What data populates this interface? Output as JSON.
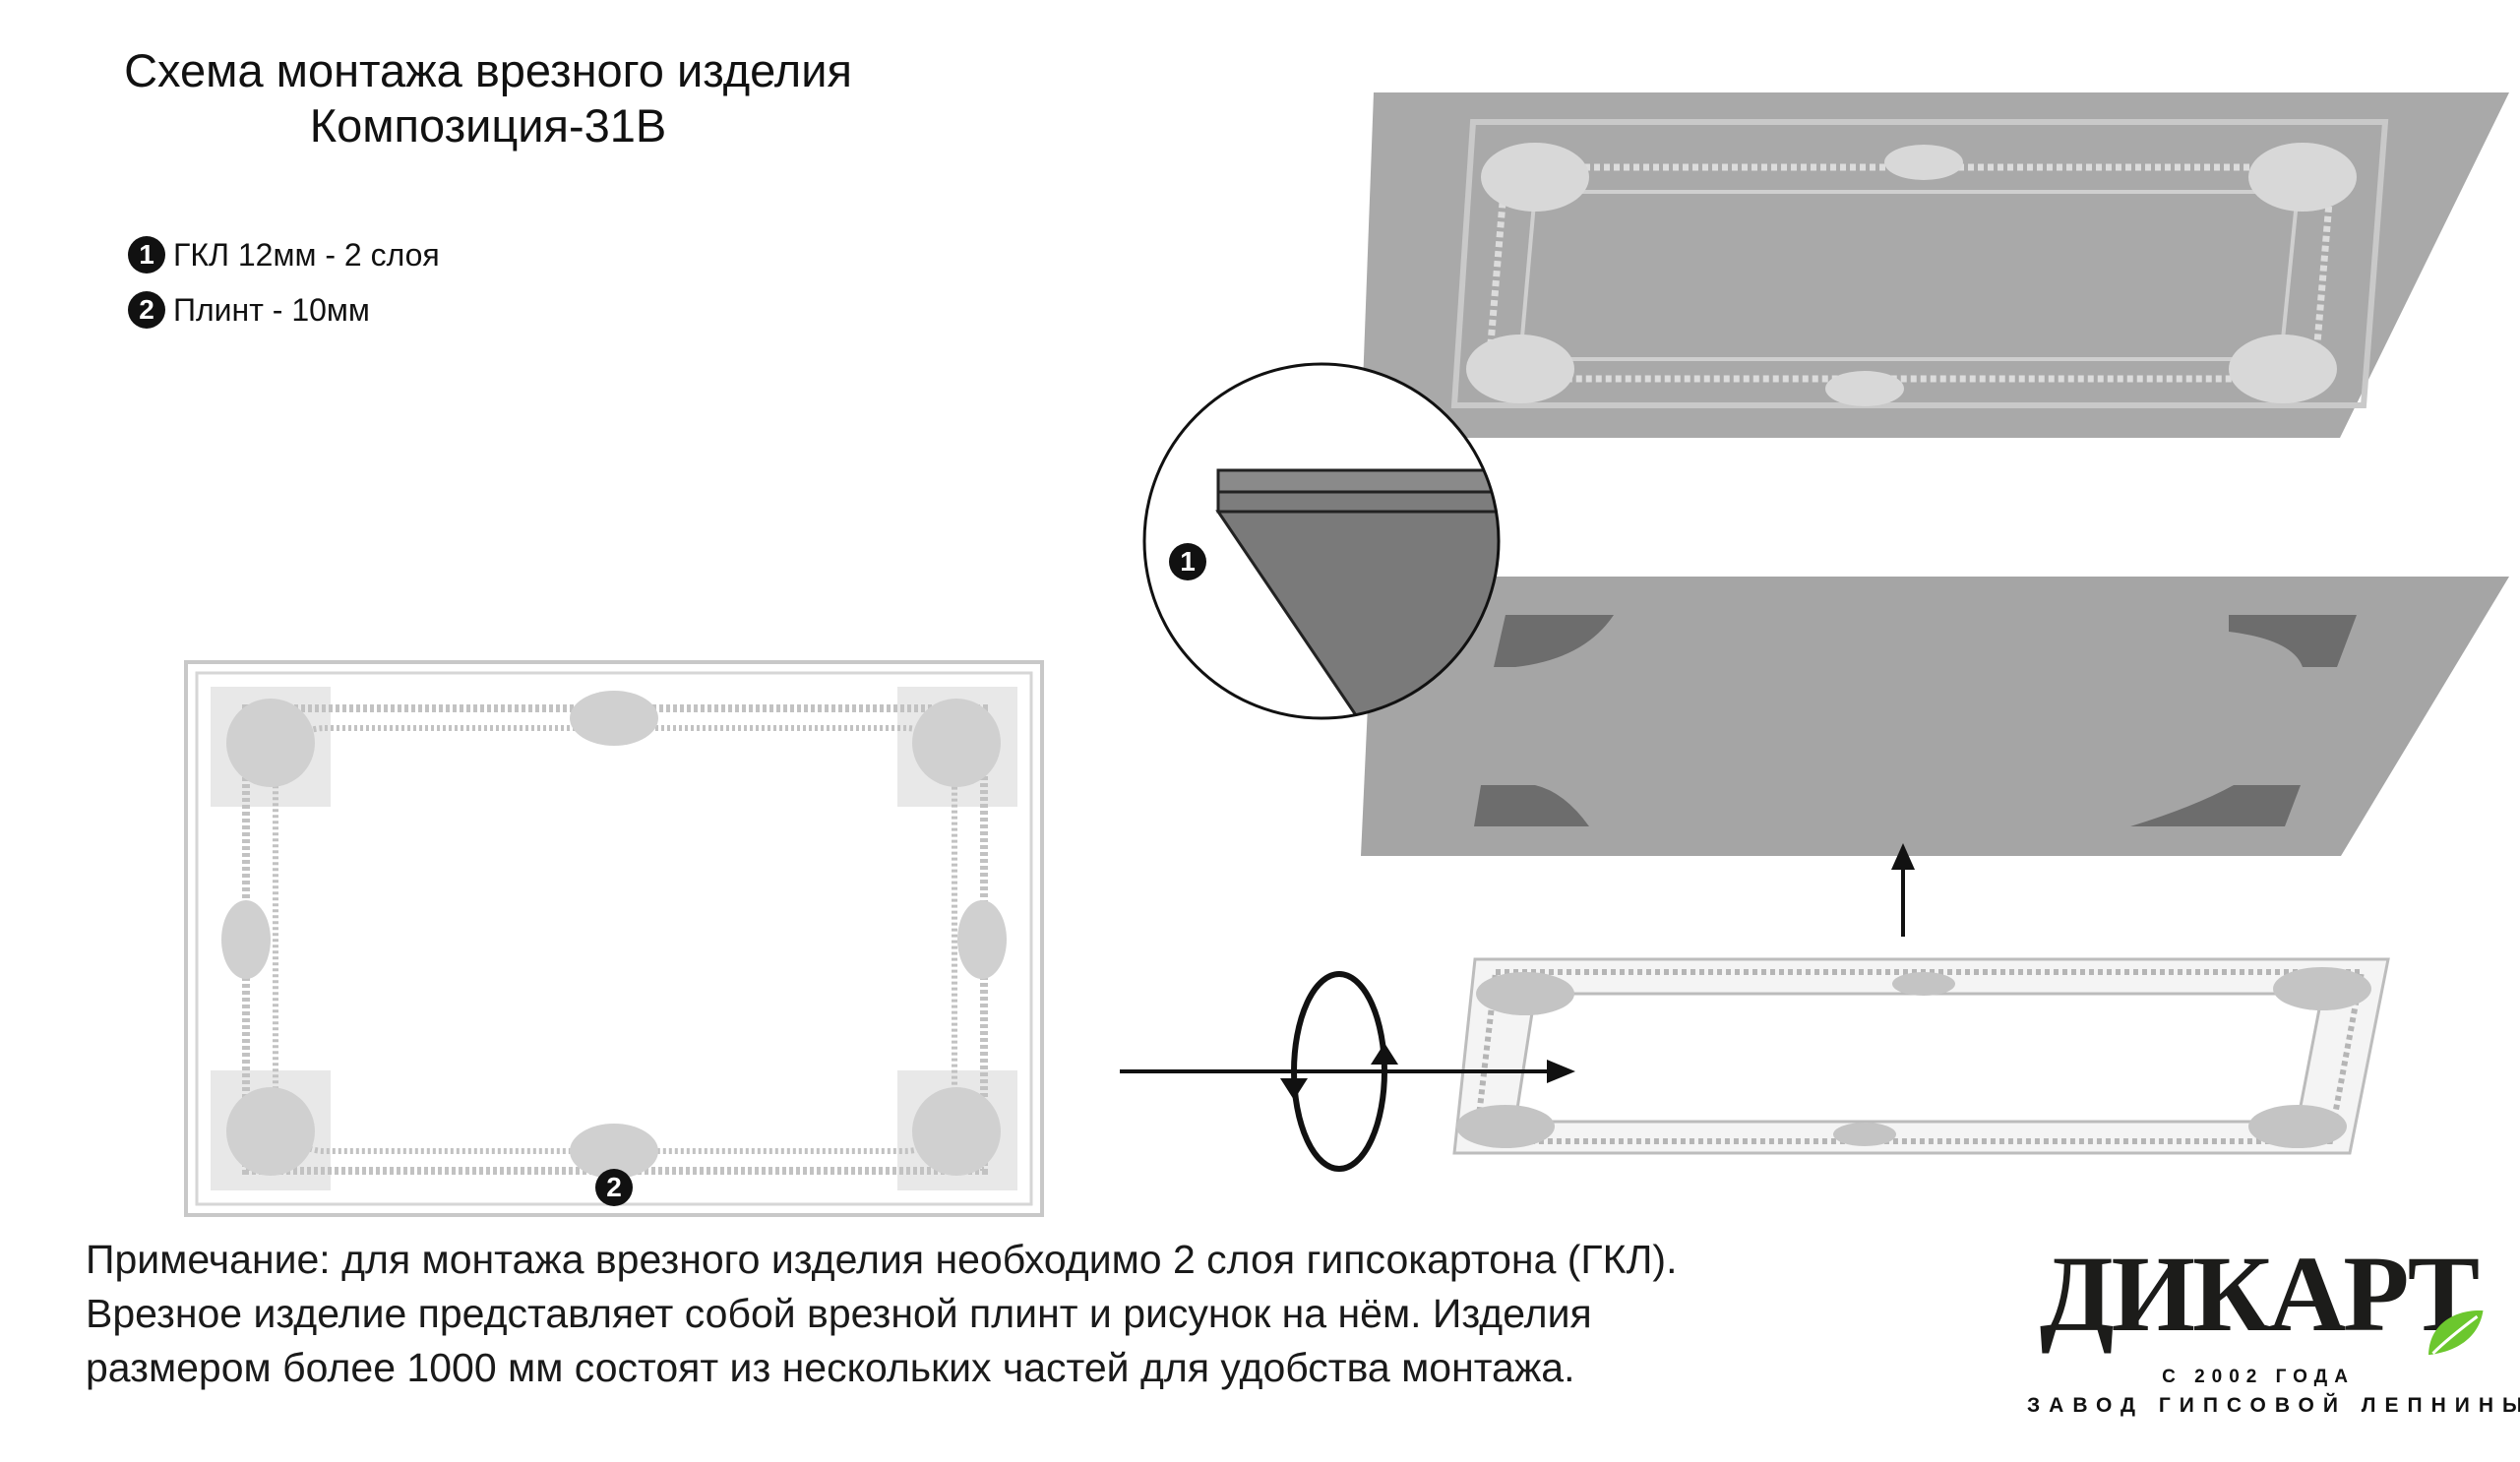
{
  "title": {
    "line1": "Схема монтажа врезного изделия",
    "line2": "Композиция-31В"
  },
  "legend": [
    {
      "num": "1",
      "label": "ГКЛ 12мм - 2 слоя"
    },
    {
      "num": "2",
      "label": "Плинт - 10мм"
    }
  ],
  "callouts": {
    "gkl": "1",
    "plinth": "2"
  },
  "note": [
    "Примечание: для монтажа врезного изделия необходимо 2 слоя гипсокартона (ГКЛ).",
    "Врезное изделие представляет собой врезной плинт и рисунок на нём. Изделия",
    "размером более 1000 мм состоят из нескольких частей для удобства монтажа."
  ],
  "logo": {
    "word": "ДИКАРТ",
    "since": "С 2002 ГОДА",
    "subtitle": "ЗАВОД ГИПСОВОЙ ЛЕПНИНЫ",
    "leaf_color": "#6cc72e"
  },
  "colors": {
    "slab": "#a8a8a8",
    "cutout": "#6d6d6d",
    "ornament": "#d4d4d4"
  }
}
